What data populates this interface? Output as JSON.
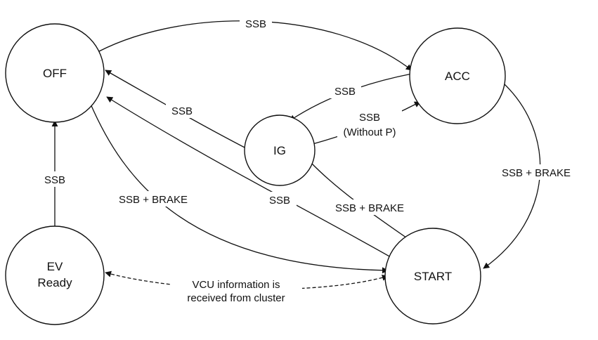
{
  "states": {
    "off": "OFF",
    "acc": "ACC",
    "ig": "IG",
    "ev_line1": "EV",
    "ev_line2": "Ready",
    "start": "START"
  },
  "transitions": {
    "off_to_acc": "SSB",
    "acc_to_ig": "SSB",
    "ig_to_off": "SSB",
    "ig_to_acc_line1": "SSB",
    "ig_to_acc_line2": "(Without P)",
    "acc_to_start": "SSB + BRAKE",
    "ev_to_off": "SSB",
    "off_to_start": "SSB + BRAKE",
    "start_to_off": "SSB",
    "ig_to_start": "SSB + BRAKE",
    "start_ev_line1": "VCU information is",
    "start_ev_line2": "received from cluster"
  },
  "colors": {
    "line": "#111111",
    "background": "#ffffff"
  }
}
